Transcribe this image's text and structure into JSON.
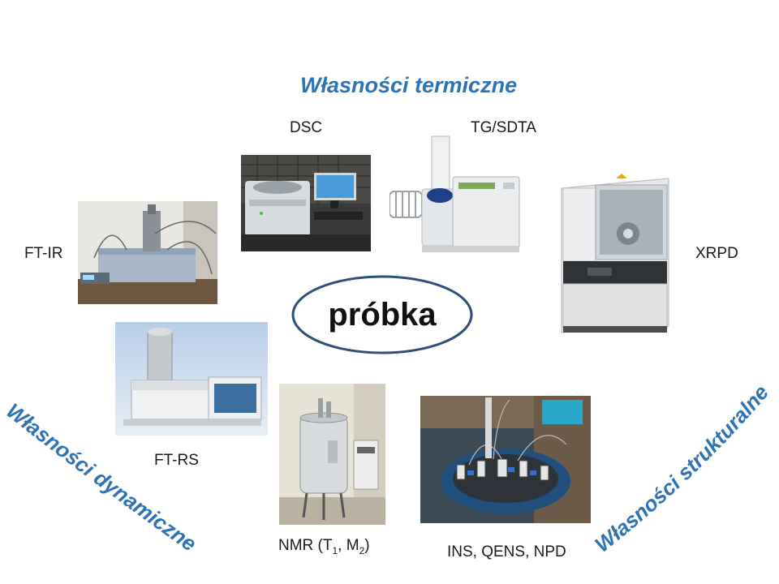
{
  "center": {
    "label": "próbka"
  },
  "categories": {
    "thermal": "Własności termiczne",
    "dynamic": "Własności dynamiczne",
    "structural": "Własności strukturalne"
  },
  "techniques": {
    "dsc": "DSC",
    "tg": "TG/SDTA",
    "ftir": "FT-IR",
    "xrpd": "XRPD",
    "ftrs": "FT-RS",
    "nmr_prefix": "NMR (T",
    "nmr_sub1": "1",
    "nmr_mid": ", M",
    "nmr_sub2": "2",
    "nmr_suffix": ")",
    "ins": "INS, QENS, NPD"
  },
  "colors": {
    "category_text": "#2e74b5",
    "ellipse_stroke": "#2f4f7a"
  }
}
